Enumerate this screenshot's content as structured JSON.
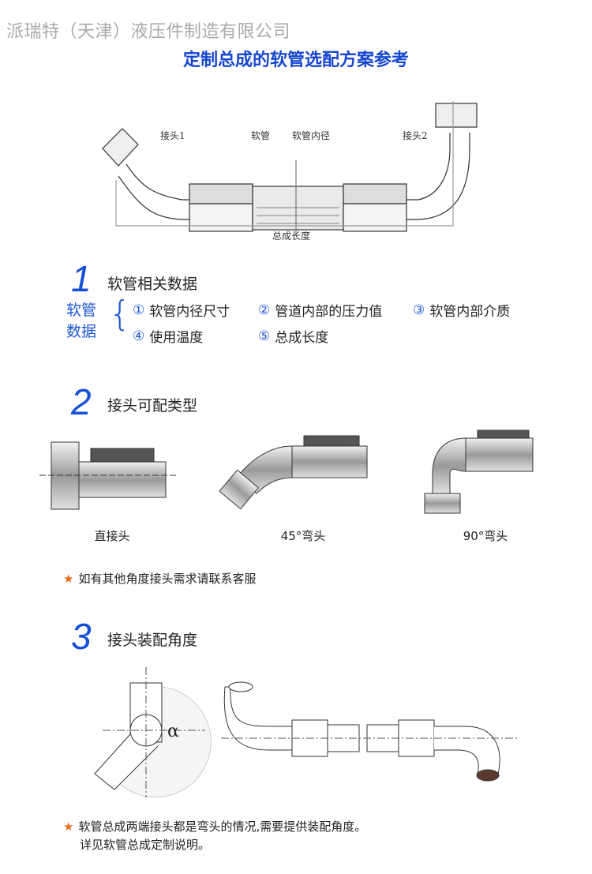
{
  "header": {
    "company": "派瑞特（天津）液压件制造有限公司",
    "title": "定制总成的软管选配方案参考"
  },
  "diagram": {
    "labels": [
      "接头1",
      "软管",
      "软管内径",
      "接头2"
    ],
    "length_label": "总成长度"
  },
  "section1": {
    "number": "1",
    "heading": "软管相关数据",
    "side_label": [
      "软管",
      "数据"
    ],
    "items": [
      {
        "marker": "①",
        "text": "软管内径尺寸"
      },
      {
        "marker": "②",
        "text": "管道内部的压力值"
      },
      {
        "marker": "③",
        "text": "软管内部介质"
      },
      {
        "marker": "④",
        "text": "使用温度"
      },
      {
        "marker": "⑤",
        "text": "总成长度"
      }
    ]
  },
  "section2": {
    "number": "2",
    "heading": "接头可配类型",
    "types": [
      "直接头",
      "45°弯头",
      "90°弯头"
    ],
    "note_star": "★",
    "note": "如有其他角度接头需求请联系客服"
  },
  "section3": {
    "number": "3",
    "heading": "接头装配角度",
    "angle_symbol": "α",
    "note_star": "★",
    "notes": [
      "软管总成两端接头都是弯头的情况,需要提供装配角度。",
      "详见软管总成定制说明。"
    ]
  },
  "colors": {
    "blue": "#1646d0",
    "star": "#f06a1c",
    "gray": "#a9a9a9"
  }
}
